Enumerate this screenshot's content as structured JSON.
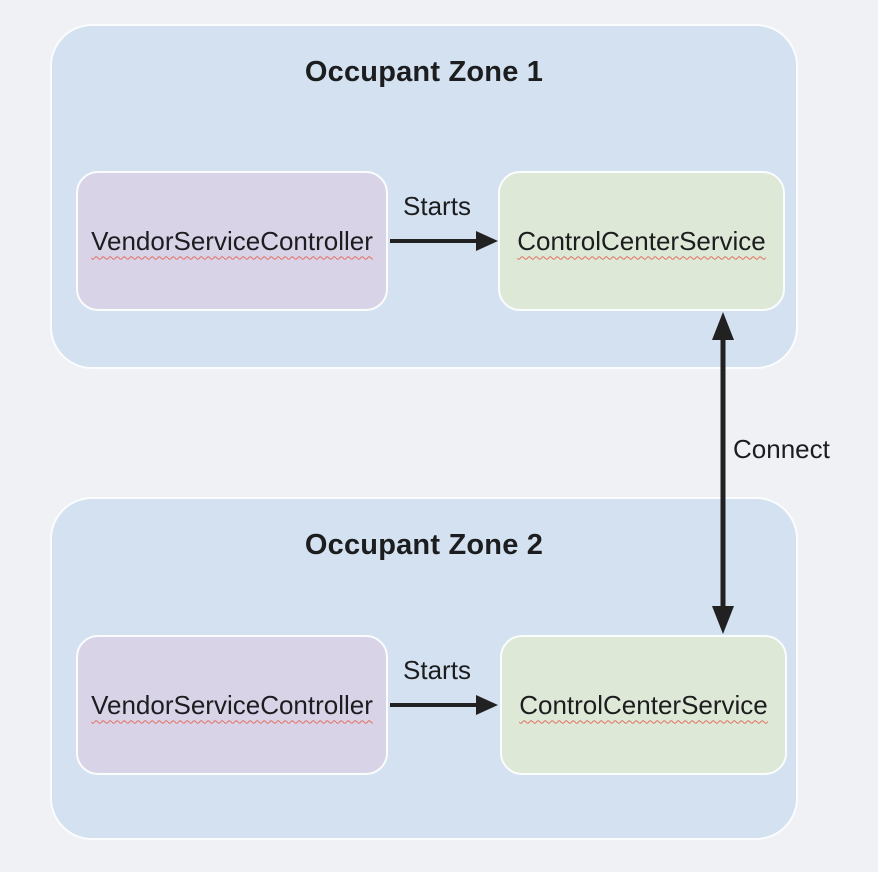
{
  "colors": {
    "background": "#f0f1f4",
    "zone_fill": "#d4e1f0",
    "vendor_fill": "#d9d3e8",
    "control_fill": "#dee8d7",
    "border": "#fbfcfd",
    "arrow": "#212121",
    "text": "#1c1d1f",
    "squiggle": "#e2705e"
  },
  "zones": [
    {
      "title": "Occupant Zone 1",
      "vendor_node": "VendorServiceController",
      "control_node": "ControlCenterService",
      "starts_label": "Starts"
    },
    {
      "title": "Occupant Zone 2",
      "vendor_node": "VendorServiceController",
      "control_node": "ControlCenterService",
      "starts_label": "Starts"
    }
  ],
  "connector": {
    "label": "Connect"
  }
}
